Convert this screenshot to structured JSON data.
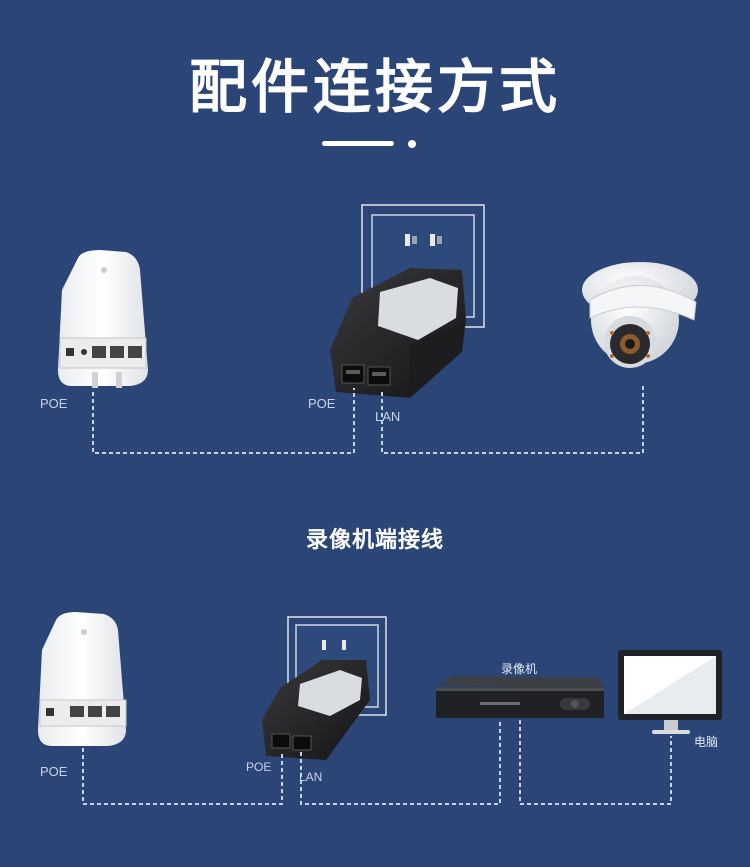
{
  "title": "配件连接方式",
  "subtitle": "录像机端接线",
  "top": {
    "ap_label": "POE",
    "adapter_poe_label": "POE",
    "adapter_lan_label": "LAN"
  },
  "bottom": {
    "ap_label": "POE",
    "adapter_poe_label": "POE",
    "adapter_lan_label": "LAN",
    "nvr_label": "录像机",
    "pc_label": "电脑"
  },
  "colors": {
    "background": "#2b4577",
    "text": "#ffffff",
    "line": "#c9d2e2"
  }
}
